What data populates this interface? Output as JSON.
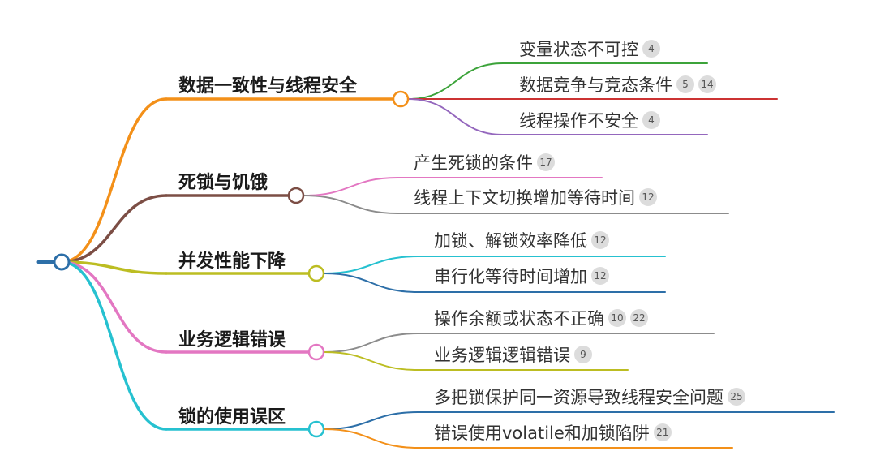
{
  "colors": {
    "root": "#2d6fa8",
    "b0": "#f39019",
    "b1": "#7c4e45",
    "b2": "#bcbd22",
    "b3": "#e377c2",
    "b4": "#26c1d0",
    "green": "#3ca33a",
    "red": "#cc3333",
    "purple": "#9467bd",
    "pink": "#e377c2",
    "gray": "#8c8c8c",
    "cyan": "#26c1d0",
    "blue": "#2d6fa8",
    "olive": "#bcbd22",
    "orange": "#f39019"
  },
  "branches": [
    {
      "title": "数据一致性与线程安全",
      "leaves": [
        {
          "text": "变量状态不可控",
          "badges": [
            "4"
          ]
        },
        {
          "text": "数据竞争与竞态条件",
          "badges": [
            "5",
            "14"
          ]
        },
        {
          "text": "线程操作不安全",
          "badges": [
            "4"
          ]
        }
      ]
    },
    {
      "title": "死锁与饥饿",
      "leaves": [
        {
          "text": "产生死锁的条件",
          "badges": [
            "17"
          ]
        },
        {
          "text": "线程上下文切换增加等待时间",
          "badges": [
            "12"
          ]
        }
      ]
    },
    {
      "title": "并发性能下降",
      "leaves": [
        {
          "text": "加锁、解锁效率降低",
          "badges": [
            "12"
          ]
        },
        {
          "text": "串行化等待时间增加",
          "badges": [
            "12"
          ]
        }
      ]
    },
    {
      "title": "业务逻辑错误",
      "leaves": [
        {
          "text": "操作余额或状态不正确",
          "badges": [
            "10",
            "22"
          ]
        },
        {
          "text": "业务逻辑逻辑错误",
          "badges": [
            "9"
          ]
        }
      ]
    },
    {
      "title": "锁的使用误区",
      "leaves": [
        {
          "text": "多把锁保护同一资源导致线程安全问题",
          "badges": [
            "25"
          ]
        },
        {
          "text": "错误使用volatile和加锁陷阱",
          "badges": [
            "21"
          ]
        }
      ]
    }
  ]
}
